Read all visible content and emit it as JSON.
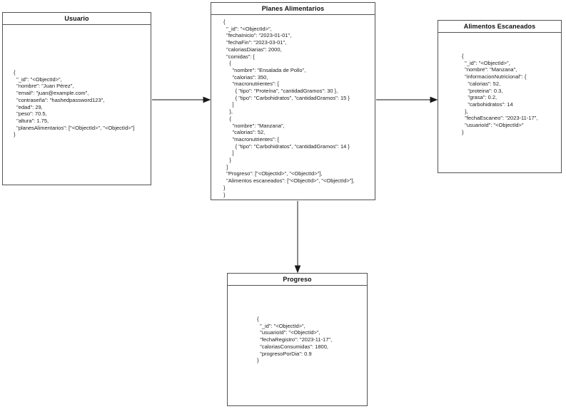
{
  "diagram": {
    "entities": {
      "usuario": {
        "title": "Usuario",
        "body": "{\n  \"_id\": \"<ObjectId>\",\n  \"nombre\": \"Juan Pérez\",\n  \"email\": \"juan@example.com\",\n  \"contraseña\": \"hashedpassword123\",\n  \"edad\": 29,\n  \"peso\": 70.5,\n  \"altura\": 1.75,\n  \"planesAlimentarios\": [\"<ObjectId>\", \"<ObjectId>\"]\n}"
      },
      "planes": {
        "title": "Planes Alimentarios",
        "body": "{\n  \"_id\": \"<ObjectId>\",\n  \"fechaInicio\": \"2023-01-01\",\n  \"fechaFin\": \"2023-03-01\",\n  \"caloriasDiarias\": 2000,\n  \"comidas\": [\n    {\n      \"nombre\": \"Ensalada de Pollo\",\n      \"calorias\": 350,\n      \"macronutrientes\": [\n        { \"tipo\": \"Proteína\", \"cantidadGramos\": 30 },\n        { \"tipo\": \"Carbohidratos\", \"cantidadGramos\": 15 }\n      ]\n    },\n    {\n      \"nombre\": \"Manzana\",\n      \"calorias\": 52,\n      \"macronutrientes\": [\n        { \"tipo\": \"Carbohidratos\", \"cantidadGramos\": 14 }\n      ]\n    }\n  ]\n  \"Progreso\": [\"<ObjectId>\", \"<ObjectId>\"],\n  \"Alimentos escaneados\": [\"<ObjectId>\", \"<ObjectId>\"],\n}\n}"
      },
      "alimentos": {
        "title": "Alimentos Escaneados",
        "body": "{\n  \"_id\": \"<ObjectId>\",\n  \"nombre\": \"Manzana\",\n  \"informacionNutricional\": {\n    \"calorias\": 52,\n    \"proteina\": 0.3,\n    \"grasa\": 0.2,\n    \"carbohidratos\": 14\n  },\n  \"fechaEscaneo\": \"2023-11-17\",\n  \"usuarioId\": \"<ObjectId>\"\n}"
      },
      "progreso": {
        "title": "Progreso",
        "body": "{\n  \"_id\": \"<ObjectId>\",\n  \"usuarioId\": \"<ObjectId>\",\n  \"fechaRegistro\": \"2023-11-17\",\n  \"caloriasConsumidas\": 1800,\n  \"progresoPorDia\": 0.9\n}"
      }
    },
    "connections": [
      {
        "from": "Usuario",
        "to": "Planes Alimentarios"
      },
      {
        "from": "Planes Alimentarios",
        "to": "Alimentos Escaneados"
      },
      {
        "from": "Planes Alimentarios",
        "to": "Progreso"
      }
    ],
    "colors": {
      "background": "#ffffff",
      "border": "#525252",
      "text": "#1c1c1c",
      "arrow": "#1a1a1a"
    }
  }
}
